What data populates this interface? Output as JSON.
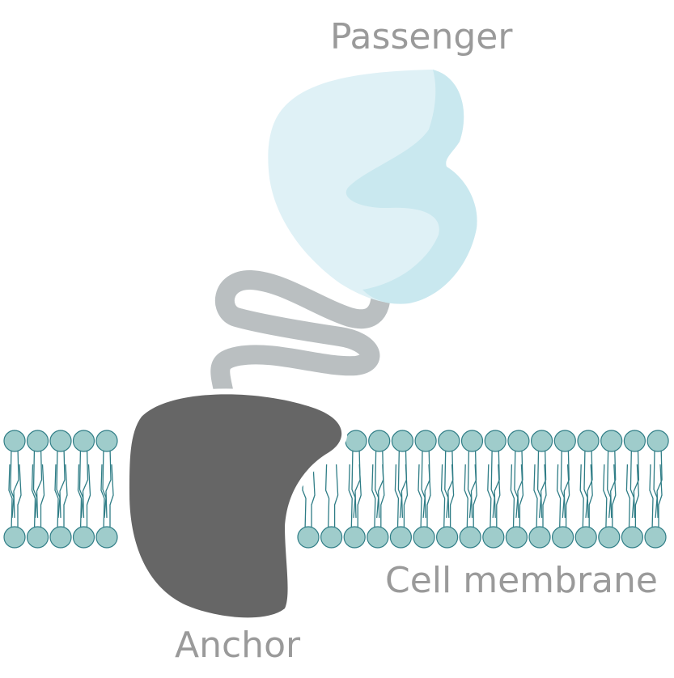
{
  "labels": {
    "passenger": "Passenger",
    "cell_membrane": "Cell membrane",
    "anchor": "Anchor"
  },
  "colors": {
    "passenger_light": "#dff1f6",
    "passenger_shade": "#c9e8ef",
    "linker": "#babfc1",
    "anchor": "#666666",
    "lipid_head_fill": "#9fcccb",
    "lipid_head_stroke": "#2f7d86",
    "lipid_tail": "#2f7d86",
    "label_text": "#9a9a9a"
  },
  "icons": {
    "passenger": "protein-blob",
    "anchor": "membrane-anchor-blob",
    "linker": "wavy-linker",
    "membrane": "lipid-bilayer"
  }
}
